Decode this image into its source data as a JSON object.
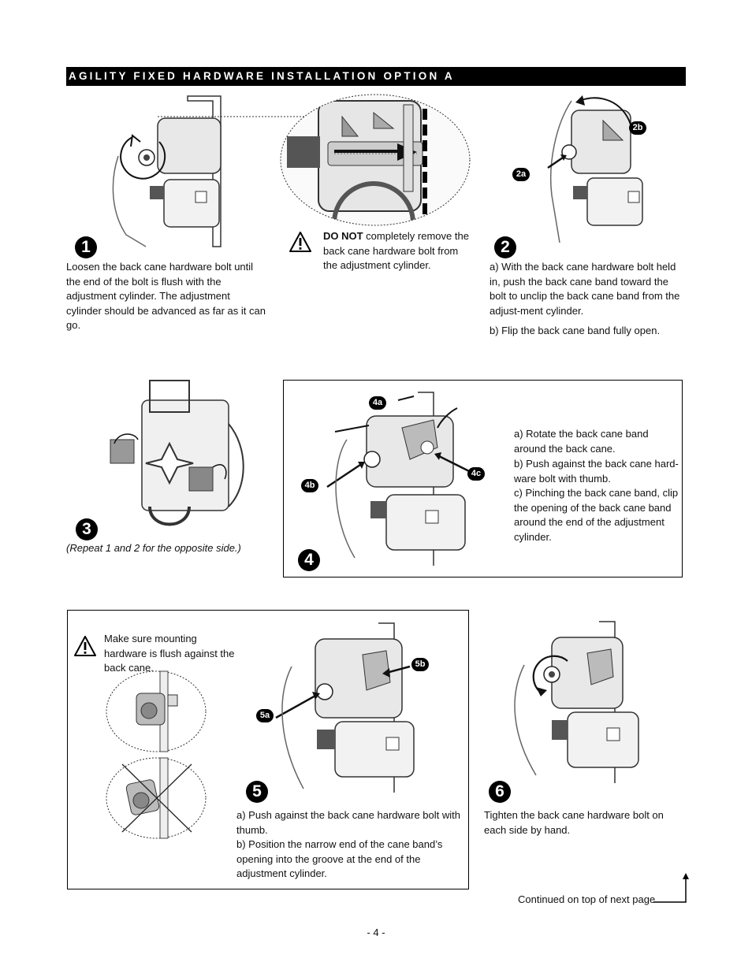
{
  "header": {
    "title": "AGILITY FIXED HARDWARE INSTALLATION OPTION A"
  },
  "steps": {
    "s1": {
      "number": "1",
      "text": "Loosen the back cane hardware bolt until the end of the bolt is flush with the adjustment cylinder.  The adjustment cylinder should be advanced as far as it can go."
    },
    "warning1": {
      "strong": "DO NOT",
      "text": " completely remove the back cane hardware bolt from the adjustment cylinder."
    },
    "s2": {
      "number": "2",
      "callout_a": "2a",
      "callout_b": "2b",
      "text_a": "a)  With the back cane hardware bolt held in, push the back cane band toward the bolt to unclip the back cane band from the adjust-ment cylinder.",
      "text_b": "b)  Flip the back cane band fully open."
    },
    "s3": {
      "number": "3",
      "note": "(Repeat 1 and 2 for the opposite side.)"
    },
    "s4": {
      "number": "4",
      "callout_a": "4a",
      "callout_b": "4b",
      "callout_c": "4c",
      "text_a": "a)  Rotate the back cane band around the back cane.",
      "text_b": "b)  Push against the back cane hard-ware bolt with thumb.",
      "text_c": "c)  Pinching the back cane band, clip the opening of the back cane band around the end of the adjustment cylinder."
    },
    "s5": {
      "number": "5",
      "warning": "Make sure mounting hardware is flush against the back cane.",
      "callout_a": "5a",
      "callout_b": "5b",
      "text_a": "a)  Push against the back cane hardware bolt with thumb.",
      "text_b": "b)  Position the narrow end of the cane band’s opening into the groove at the end of the adjustment cylinder."
    },
    "s6": {
      "number": "6",
      "text": "Tighten the back cane hardware bolt on each side by hand."
    }
  },
  "footer": {
    "continued": "Continued on top of next page",
    "page_number": "- 4 -"
  }
}
